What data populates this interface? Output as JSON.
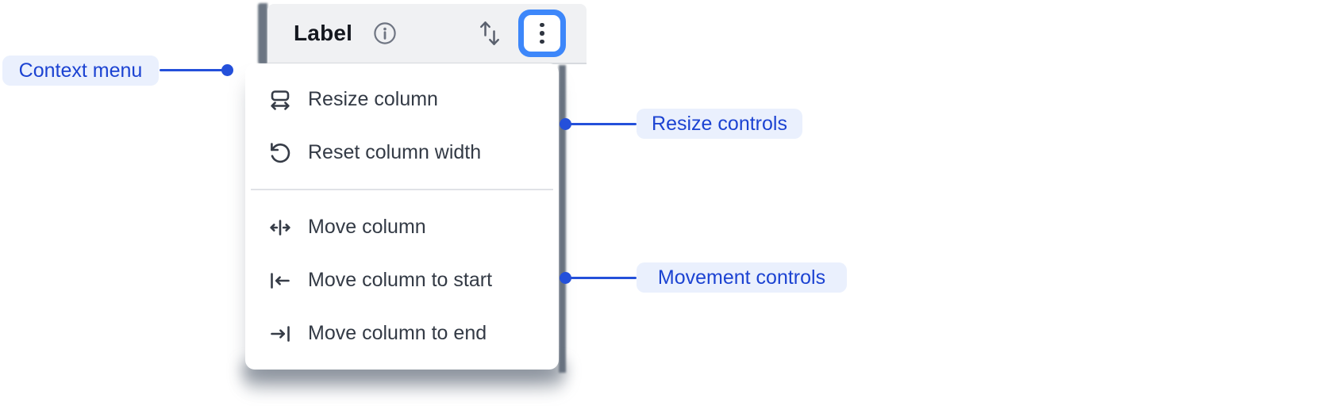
{
  "header": {
    "label": "Label",
    "icons": {
      "info": "info-icon",
      "sort": "sort-arrows-icon",
      "more": "vertical-ellipsis-icon"
    }
  },
  "menu": {
    "groups": [
      {
        "name": "resize",
        "items": [
          {
            "icon": "resize-column-icon",
            "label": "Resize column"
          },
          {
            "icon": "reset-column-width-icon",
            "label": "Reset column width"
          }
        ]
      },
      {
        "name": "movement",
        "items": [
          {
            "icon": "move-column-icon",
            "label": "Move column"
          },
          {
            "icon": "move-column-to-start-icon",
            "label": "Move column to start"
          },
          {
            "icon": "move-column-to-end-icon",
            "label": "Move column to end"
          }
        ]
      }
    ]
  },
  "annotations": {
    "context_menu": "Context menu",
    "resize_controls": "Resize controls",
    "movement_controls": "Movement controls"
  },
  "colors": {
    "annotation_blue": "#2450da",
    "annotation_text_blue": "#1c43d2",
    "annotation_pill_bg": "#eaf0fd",
    "focus_ring_blue": "#3d87fa",
    "header_bg": "#f0f1f3",
    "menu_bg": "#ffffff",
    "menu_text": "#333a45",
    "icon_gray": "#5a616e"
  }
}
